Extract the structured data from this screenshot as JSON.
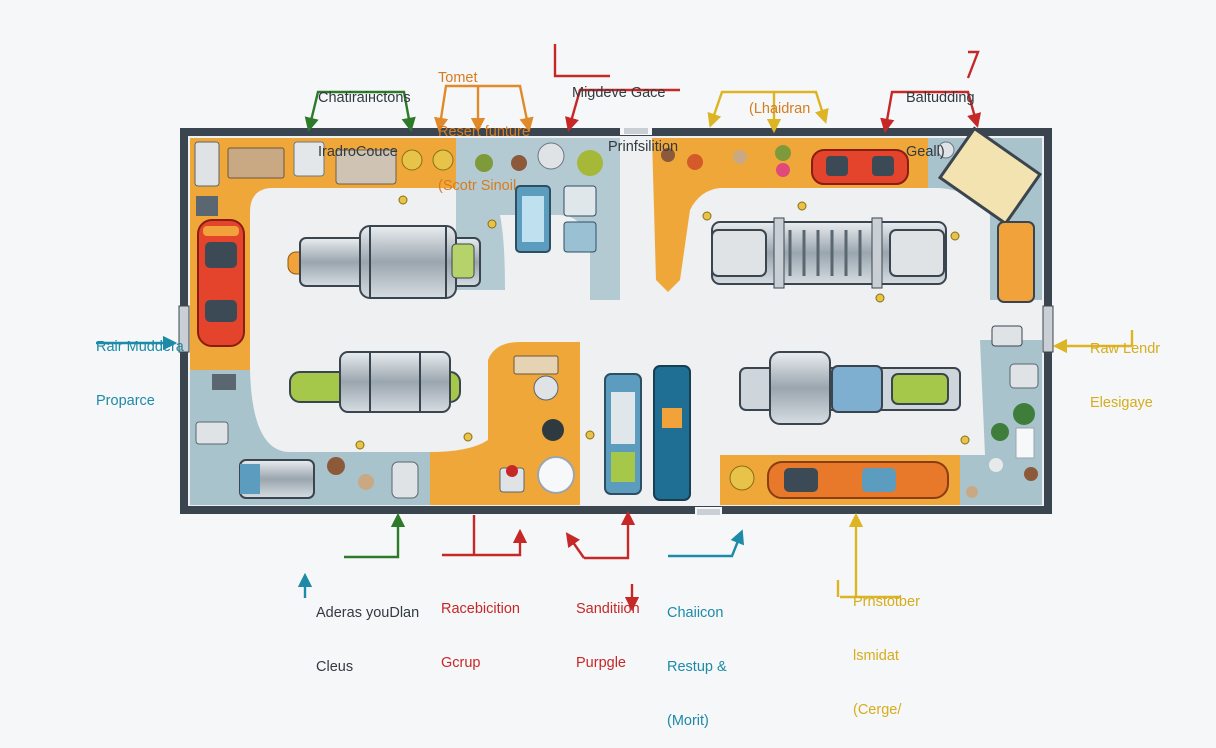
{
  "colors": {
    "wall": "#3b4550",
    "floor": "#f2f3f3",
    "orange_zone": "#f0a73a",
    "blue_zone": "#a9c3cc",
    "green": "#2d7a2a",
    "orange": "#d67c1e",
    "red": "#c62828",
    "yellow": "#d5ad1e",
    "blue": "#1d8aa8"
  },
  "labels": {
    "top_green": [
      "Chatiraінctons",
      "IradroCouce"
    ],
    "top_orange": [
      "Tomet",
      "Resert funture",
      "(Scotr Sinoil"
    ],
    "top_red": [
      "Migdeve Gace",
      "Prinfsilition"
    ],
    "top_yellow": [
      "(Lhaidran"
    ],
    "top_right": [
      "Baltudding",
      "Geall)"
    ],
    "left": [
      "Rair Muddera",
      "Proparce"
    ],
    "right": [
      "Raw Lendr",
      "Elesigaye"
    ],
    "bottom_blue": [
      "Aderas youDlan",
      "Cleus"
    ],
    "bottom_red1": [
      "Racebicition",
      "Gcrup"
    ],
    "bottom_red2": [
      "Sanditiion",
      "Purpgle"
    ],
    "bottom_teal": [
      "Chaiicon",
      "Restup &",
      "(Morit)"
    ],
    "bottom_yellow": [
      "Prnstotber",
      "lsmidat",
      "(Cerge/"
    ]
  },
  "icons": [
    "machine-icon",
    "vehicle-icon",
    "tank-icon",
    "plant-icon",
    "bowl-icon",
    "box-icon"
  ]
}
